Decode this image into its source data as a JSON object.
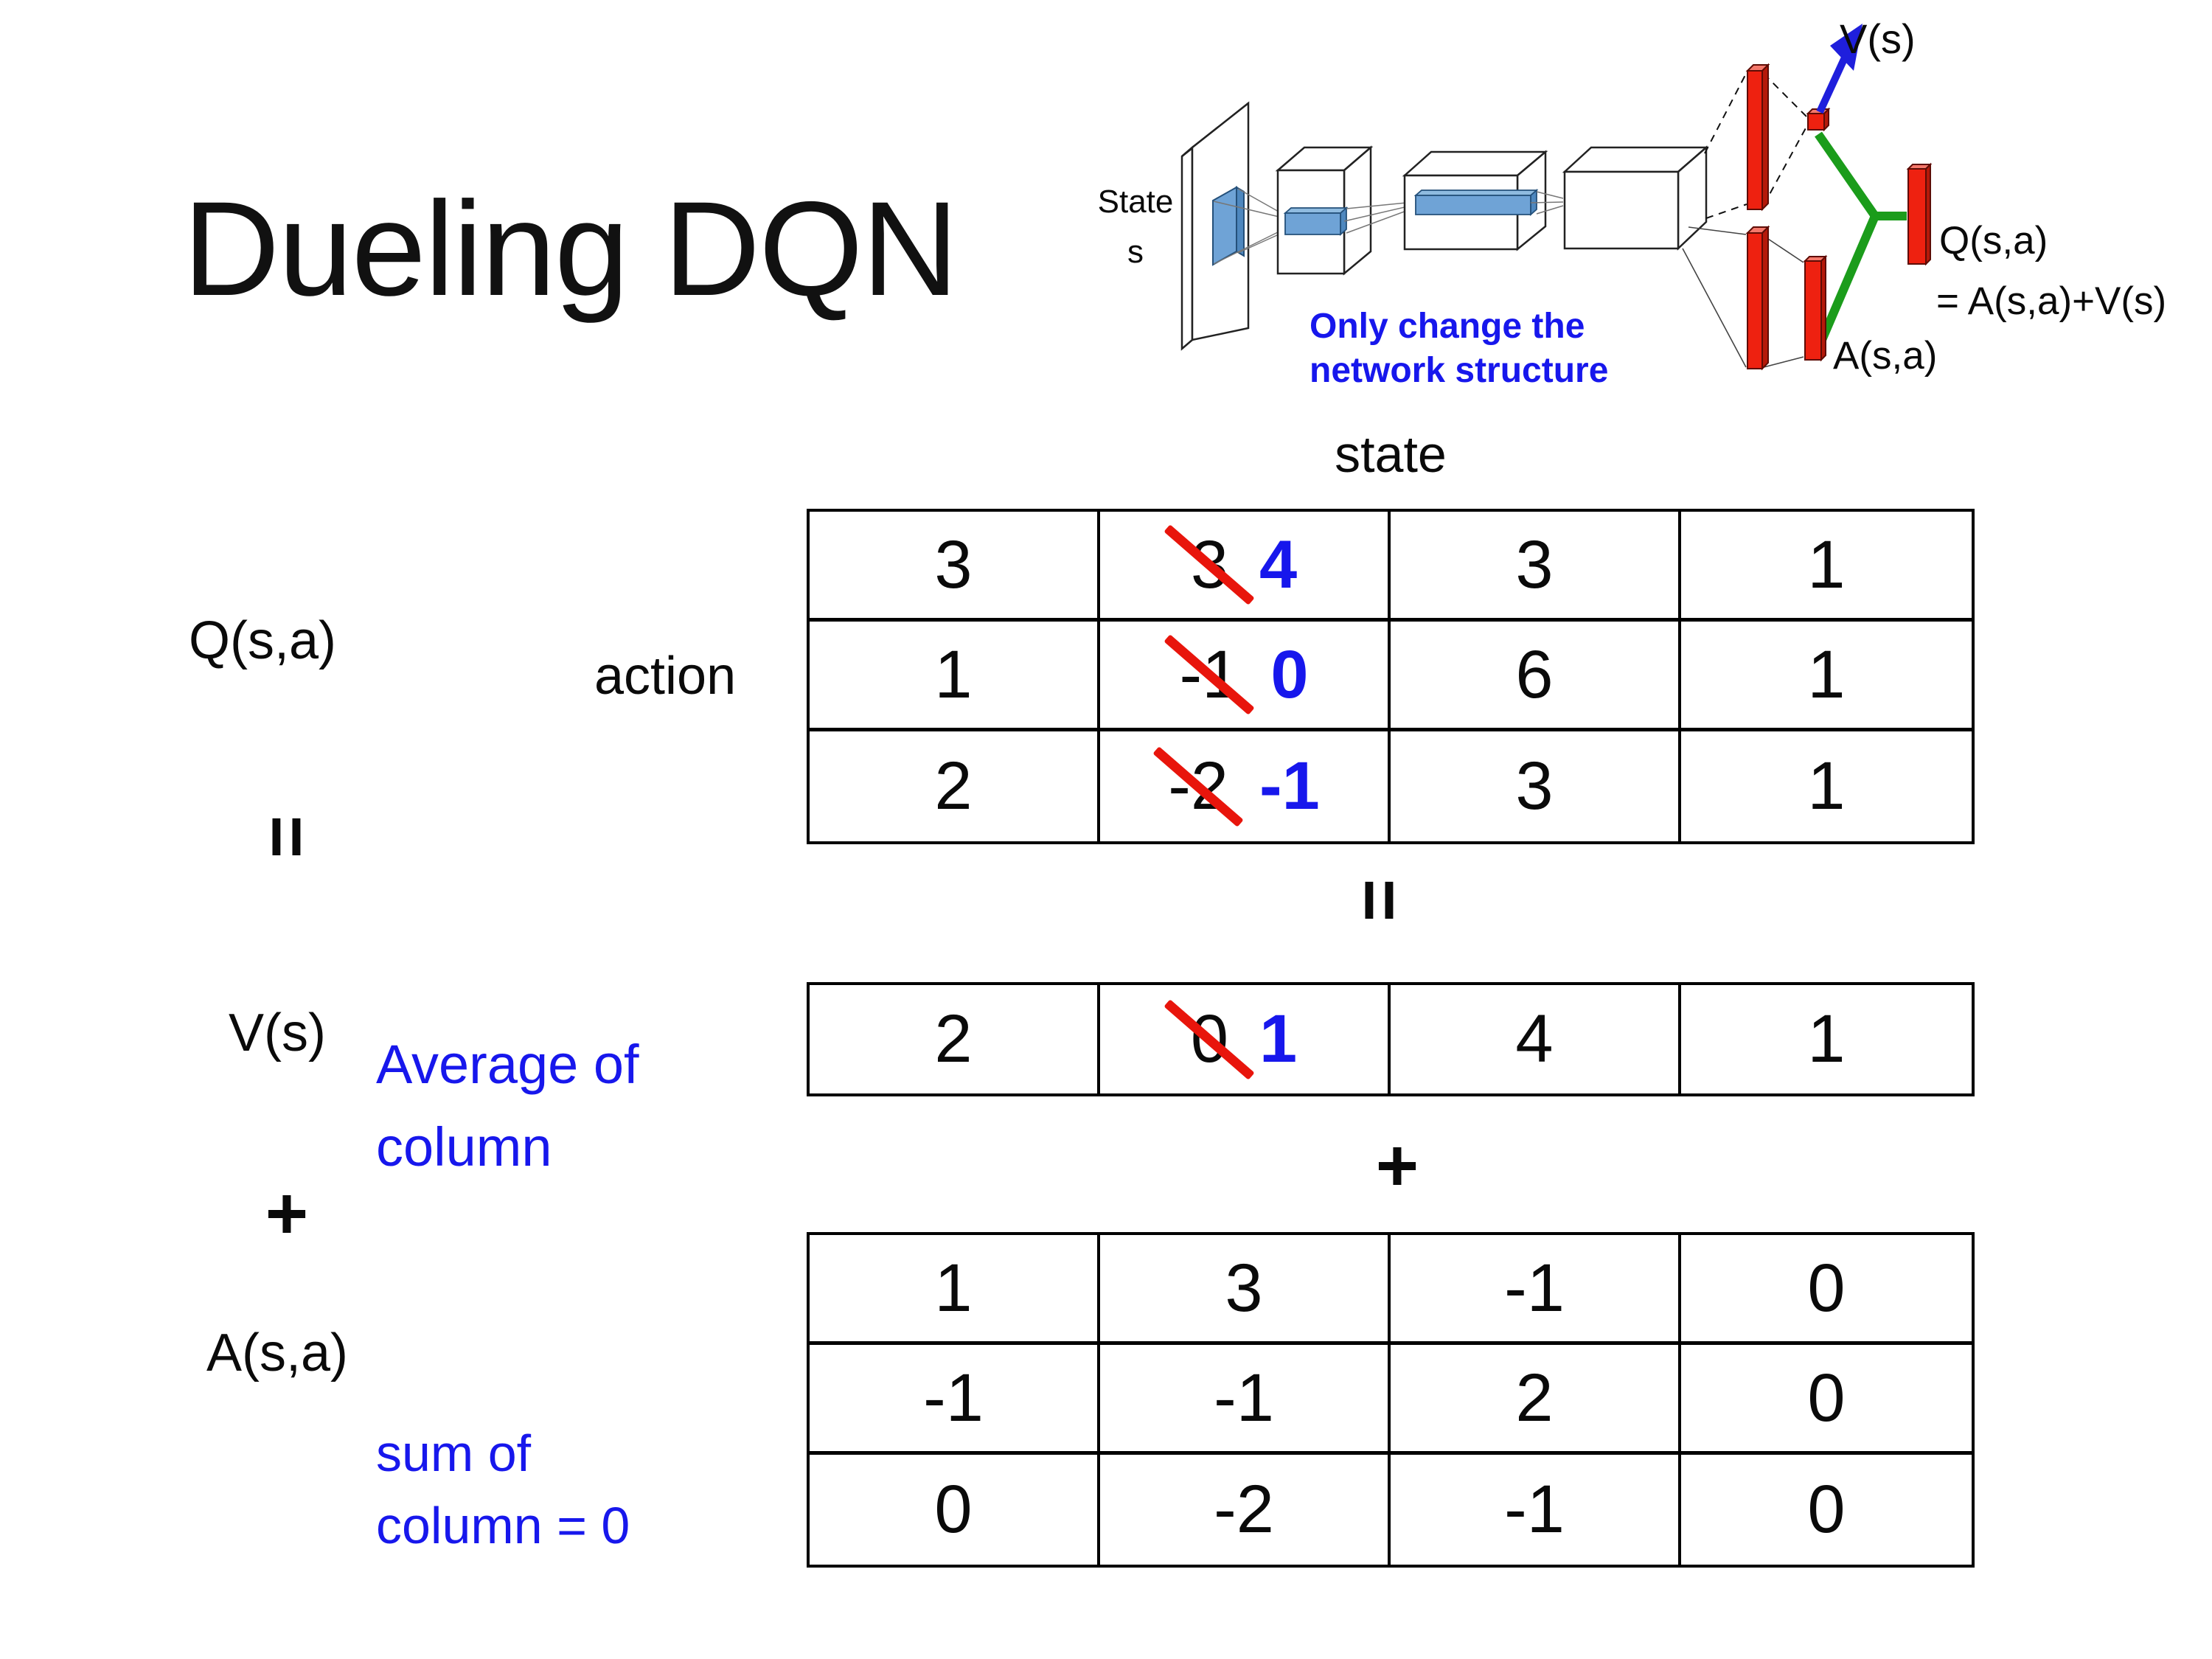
{
  "title": "Dueling DQN",
  "colors": {
    "blue": "#1717EC",
    "red": "#E8150C",
    "green": "#1B9C1B"
  },
  "diagram": {
    "state_line1": "State",
    "state_line2": "s",
    "note_line1": "Only change the",
    "note_line2": "network structure",
    "v_arrow_label": "V(s)",
    "q_label_line1": "Q(s,a)",
    "q_label_line2": "= A(s,a)+V(s)",
    "a_label": "A(s,a)"
  },
  "left_labels": {
    "q": "Q(s,a)",
    "equals": "=",
    "v": "V(s)",
    "plus": "+",
    "a": "A(s,a)"
  },
  "annotations": {
    "average_line1": "Average of",
    "average_line2": "column",
    "sum_line1": "sum of",
    "sum_line2": "column = 0"
  },
  "q_matrix": {
    "state_header": "state",
    "action_header": "action",
    "equals_below": "=",
    "plus_below": "+",
    "rows": [
      [
        {
          "text": "3"
        },
        {
          "old": "3",
          "new": "4"
        },
        {
          "text": "3"
        },
        {
          "text": "1"
        }
      ],
      [
        {
          "text": "1"
        },
        {
          "old": "-1",
          "new": "0"
        },
        {
          "text": "6"
        },
        {
          "text": "1"
        }
      ],
      [
        {
          "text": "2"
        },
        {
          "old": "-2",
          "new": "-1"
        },
        {
          "text": "3"
        },
        {
          "text": "1"
        }
      ]
    ]
  },
  "v_row": [
    {
      "text": "2"
    },
    {
      "old": "0",
      "new": "1"
    },
    {
      "text": "4"
    },
    {
      "text": "1"
    }
  ],
  "a_matrix": [
    [
      {
        "text": "1"
      },
      {
        "text": "3"
      },
      {
        "text": "-1"
      },
      {
        "text": "0"
      }
    ],
    [
      {
        "text": "-1"
      },
      {
        "text": "-1"
      },
      {
        "text": "2"
      },
      {
        "text": "0"
      }
    ],
    [
      {
        "text": "0"
      },
      {
        "text": "-2"
      },
      {
        "text": "-1"
      },
      {
        "text": "0"
      }
    ]
  ]
}
